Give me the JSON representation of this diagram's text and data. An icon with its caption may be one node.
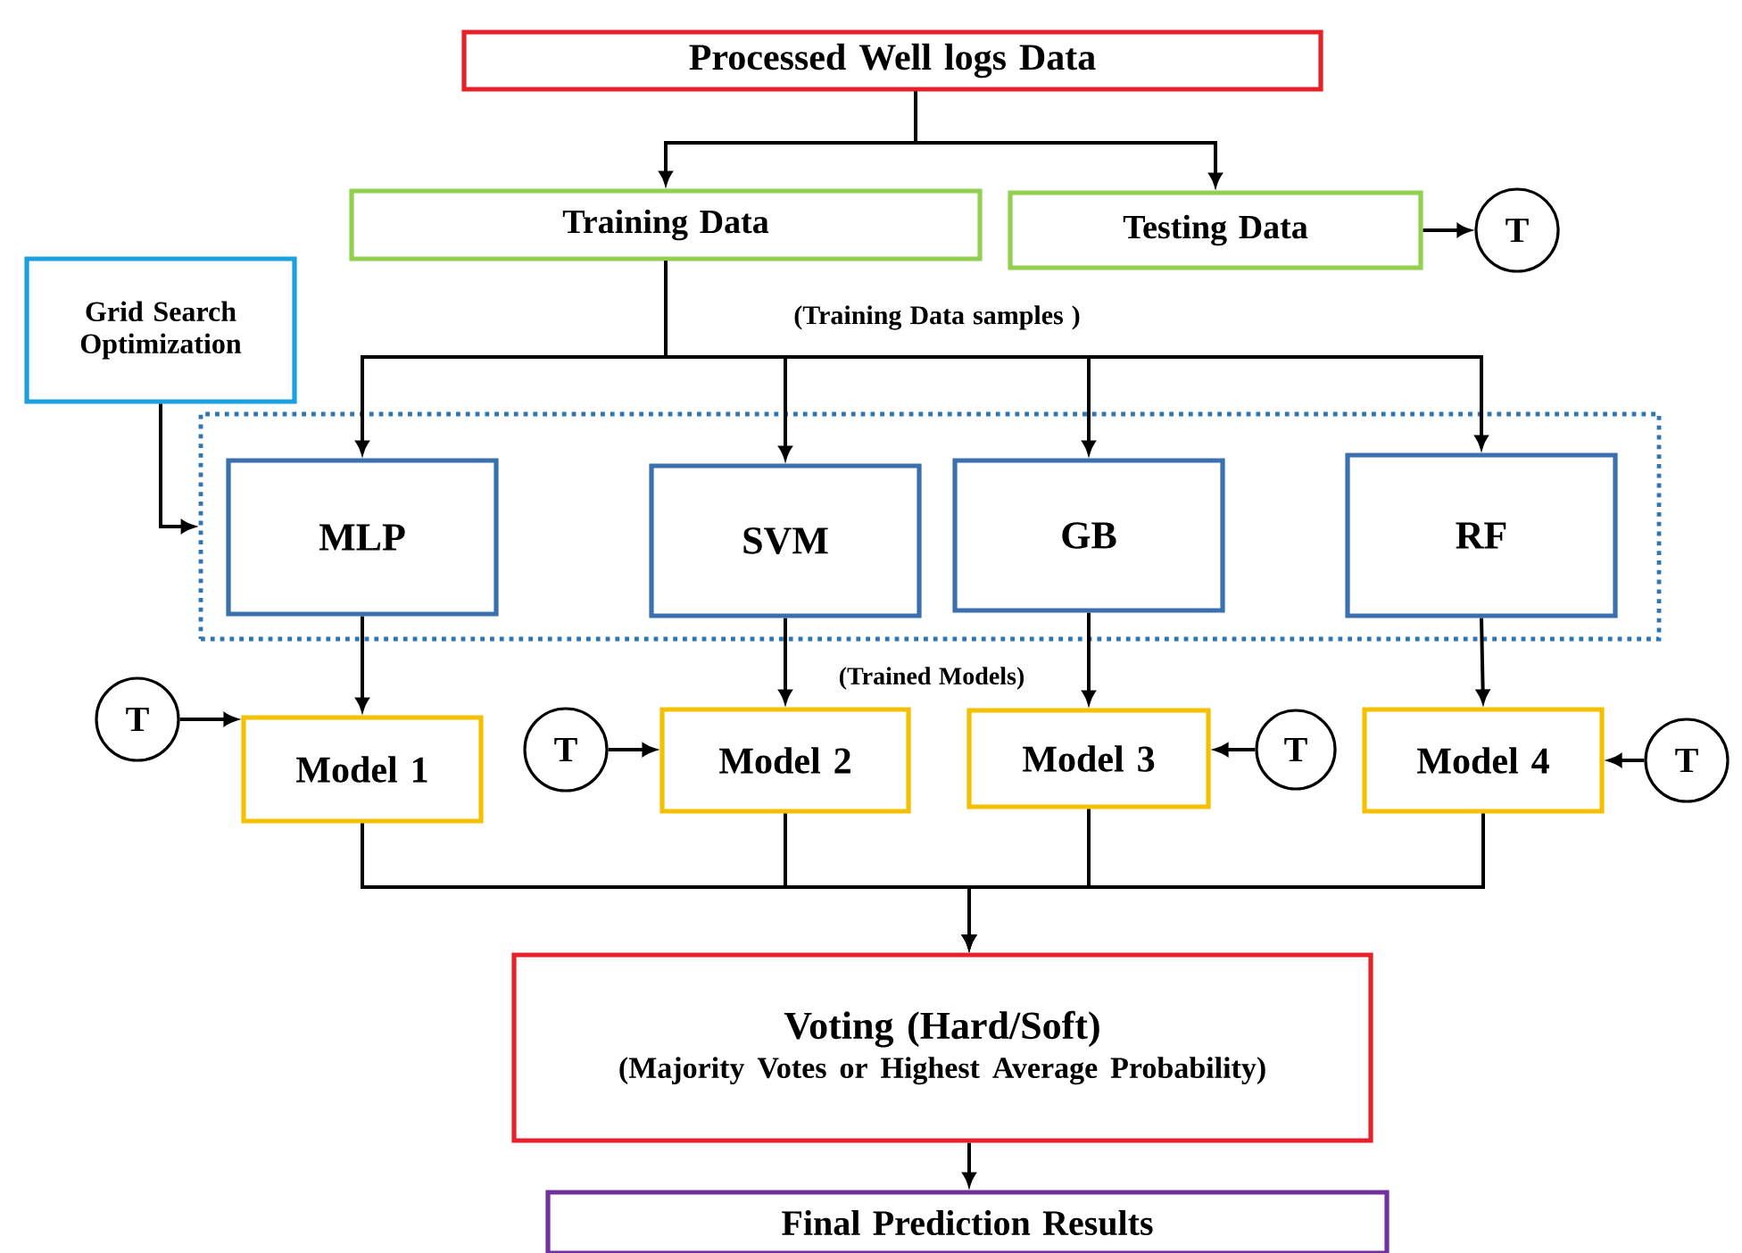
{
  "diagram": {
    "nodes": [
      {
        "text": [
          "Processed Well logs Data"
        ]
      },
      {
        "text": [
          "Training Data"
        ]
      },
      {
        "text": [
          "Testing Data"
        ]
      },
      {
        "text": [
          "T"
        ]
      },
      {
        "text": [
          "Grid Search Optimization"
        ]
      },
      {
        "text": [],
        "shape": "box"
      },
      {
        "text": [
          "MLP"
        ],
        "in": 5
      },
      {
        "text": [
          "SVM"
        ],
        "in": 5
      },
      {
        "text": [
          "GB"
        ],
        "in": 5
      },
      {
        "text": [
          "RF"
        ],
        "in": 5
      },
      {
        "text": [
          "Model 1"
        ]
      },
      {
        "text": [
          "Model 2"
        ]
      },
      {
        "text": [
          "Model 3"
        ]
      },
      {
        "text": [
          "Model 4"
        ]
      },
      {
        "text": [
          "T"
        ]
      },
      {
        "text": [
          "T"
        ]
      },
      {
        "text": [
          "T"
        ]
      },
      {
        "text": [
          "T"
        ]
      },
      {
        "text": [
          "Voting (Hard/Soft)",
          "(Majority Votes or Highest Average Probability)"
        ]
      },
      {
        "text": [
          "Final Prediction Results"
        ]
      }
    ],
    "edges": [
      {
        "from": 0,
        "to": 1,
        "arrow": "to"
      },
      {
        "from": 0,
        "to": 2,
        "arrow": "to"
      },
      {
        "from": 2,
        "to": 3,
        "arrow": "to"
      },
      {
        "from": 4,
        "to": 5,
        "arrow": "to"
      },
      {
        "from": 1,
        "to": 6,
        "arrow": "to"
      },
      {
        "from": 1,
        "to": 7,
        "arrow": "to"
      },
      {
        "from": 1,
        "to": 8,
        "arrow": "to"
      },
      {
        "from": 1,
        "to": 9,
        "arrow": "to"
      },
      {
        "from": 6,
        "to": 10,
        "arrow": "to"
      },
      {
        "from": 7,
        "to": 11,
        "arrow": "to"
      },
      {
        "from": 8,
        "to": 12,
        "arrow": "to"
      },
      {
        "from": 9,
        "to": 13,
        "arrow": "to"
      },
      {
        "from": 14,
        "to": 10,
        "arrow": "to"
      },
      {
        "from": 15,
        "to": 11,
        "arrow": "to"
      },
      {
        "from": 16,
        "to": 12,
        "arrow": "to"
      },
      {
        "from": 17,
        "to": 13,
        "arrow": "to"
      },
      {
        "from": 10,
        "to": 18,
        "arrow": "to"
      },
      {
        "from": 11,
        "to": 18,
        "arrow": "to"
      },
      {
        "from": 12,
        "to": 18,
        "arrow": "to"
      },
      {
        "from": 13,
        "to": 18,
        "arrow": "to"
      },
      {
        "from": 18,
        "to": 19,
        "arrow": "to"
      }
    ],
    "labels": [
      "(Training Data samples )",
      "(Trained Models)"
    ]
  }
}
